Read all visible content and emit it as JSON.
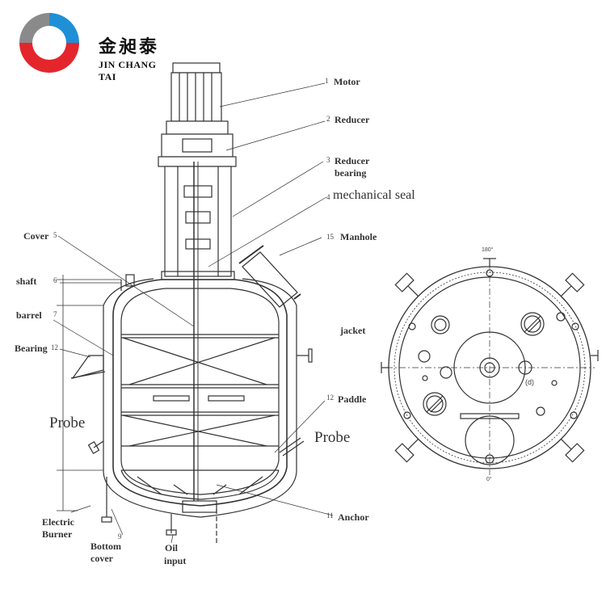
{
  "brand": {
    "name_cn": "金昶泰",
    "name_en": "JIN CHANG TAI",
    "colors": {
      "red": "#e4262c",
      "blue": "#1f8fd6",
      "gray": "#8a8a8a"
    }
  },
  "callouts": {
    "motor": {
      "num": "1",
      "text": "Motor"
    },
    "reducer": {
      "num": "2",
      "text": "Reducer"
    },
    "reducer_bearing": {
      "num": "3",
      "line1": "Reducer",
      "line2": "bearing"
    },
    "mechanical_seal": {
      "num": "4",
      "text": "mechanical seal"
    },
    "cover": {
      "num": "5",
      "text": "Cover"
    },
    "manhole": {
      "num": "15",
      "text": "Manhole"
    },
    "shaft": {
      "num": "6",
      "text": "shaft"
    },
    "barrel": {
      "num": "7",
      "text": "barrel"
    },
    "bearing": {
      "num": "12",
      "text": "Bearing"
    },
    "jacket": {
      "text": "jacket"
    },
    "paddle": {
      "num": "12",
      "text": "Paddle"
    },
    "probe_left": {
      "text": "Probe"
    },
    "probe_right": {
      "text": "Probe"
    },
    "anchor": {
      "num": "11",
      "text": "Anchor"
    },
    "electric_burner": {
      "line1": "Electric",
      "line2": "Burner"
    },
    "bottom_cover": {
      "num": "9",
      "line1": "Bottom",
      "line2": "cover"
    },
    "oil_input": {
      "line1": "Oil",
      "line2": "input"
    }
  },
  "top_view": {
    "angle_top": "180°",
    "angle_bottom": "0°",
    "nozzle_d": "(d)"
  }
}
